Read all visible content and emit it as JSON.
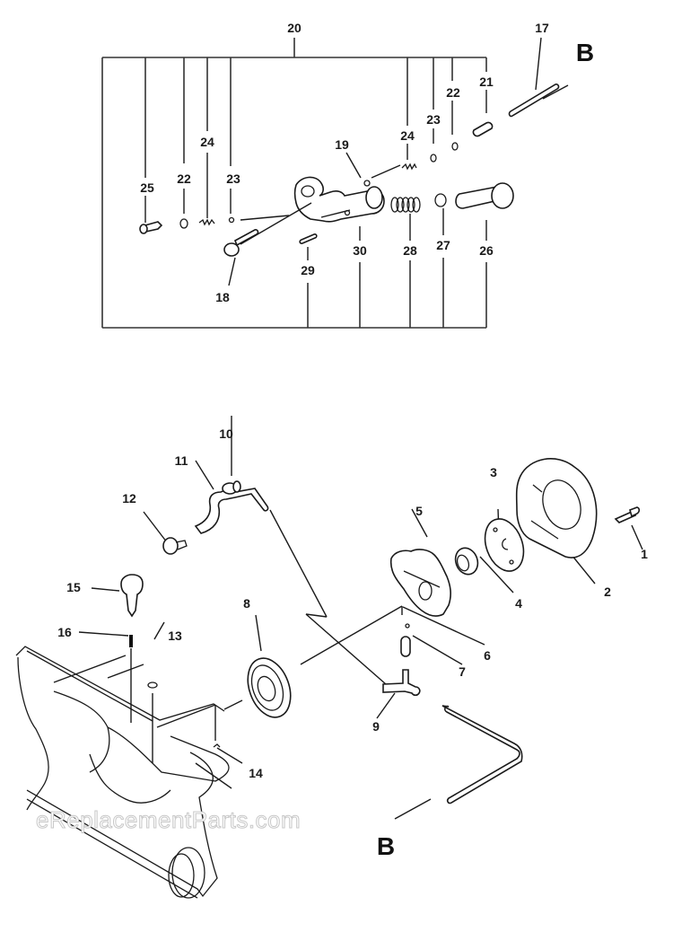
{
  "diagram": {
    "type": "exploded-parts-diagram",
    "watermark": "eReplacementParts.com",
    "connector_labels": {
      "top": "B",
      "bottom": "B"
    },
    "assembly_group": {
      "label": "20",
      "members": [
        "25",
        "22",
        "24",
        "23",
        "24",
        "23",
        "22",
        "21",
        "30",
        "29",
        "28",
        "27",
        "26"
      ]
    },
    "callouts": [
      {
        "id": "c1",
        "label": "1"
      },
      {
        "id": "c2",
        "label": "2"
      },
      {
        "id": "c3",
        "label": "3"
      },
      {
        "id": "c4",
        "label": "4"
      },
      {
        "id": "c5",
        "label": "5"
      },
      {
        "id": "c6",
        "label": "6"
      },
      {
        "id": "c7",
        "label": "7"
      },
      {
        "id": "c8",
        "label": "8"
      },
      {
        "id": "c9",
        "label": "9"
      },
      {
        "id": "c10",
        "label": "10"
      },
      {
        "id": "c11",
        "label": "11"
      },
      {
        "id": "c12",
        "label": "12"
      },
      {
        "id": "c13",
        "label": "13"
      },
      {
        "id": "c14",
        "label": "14"
      },
      {
        "id": "c15",
        "label": "15"
      },
      {
        "id": "c16",
        "label": "16"
      },
      {
        "id": "c17",
        "label": "17"
      },
      {
        "id": "c18",
        "label": "18"
      },
      {
        "id": "c19",
        "label": "19"
      },
      {
        "id": "c20",
        "label": "20"
      },
      {
        "id": "c21",
        "label": "21"
      },
      {
        "id": "c22a",
        "label": "22"
      },
      {
        "id": "c22b",
        "label": "22"
      },
      {
        "id": "c23a",
        "label": "23"
      },
      {
        "id": "c23b",
        "label": "23"
      },
      {
        "id": "c24a",
        "label": "24"
      },
      {
        "id": "c24b",
        "label": "24"
      },
      {
        "id": "c25",
        "label": "25"
      },
      {
        "id": "c26",
        "label": "26"
      },
      {
        "id": "c27",
        "label": "27"
      },
      {
        "id": "c28",
        "label": "28"
      },
      {
        "id": "c29",
        "label": "29"
      },
      {
        "id": "c30",
        "label": "30"
      }
    ]
  }
}
